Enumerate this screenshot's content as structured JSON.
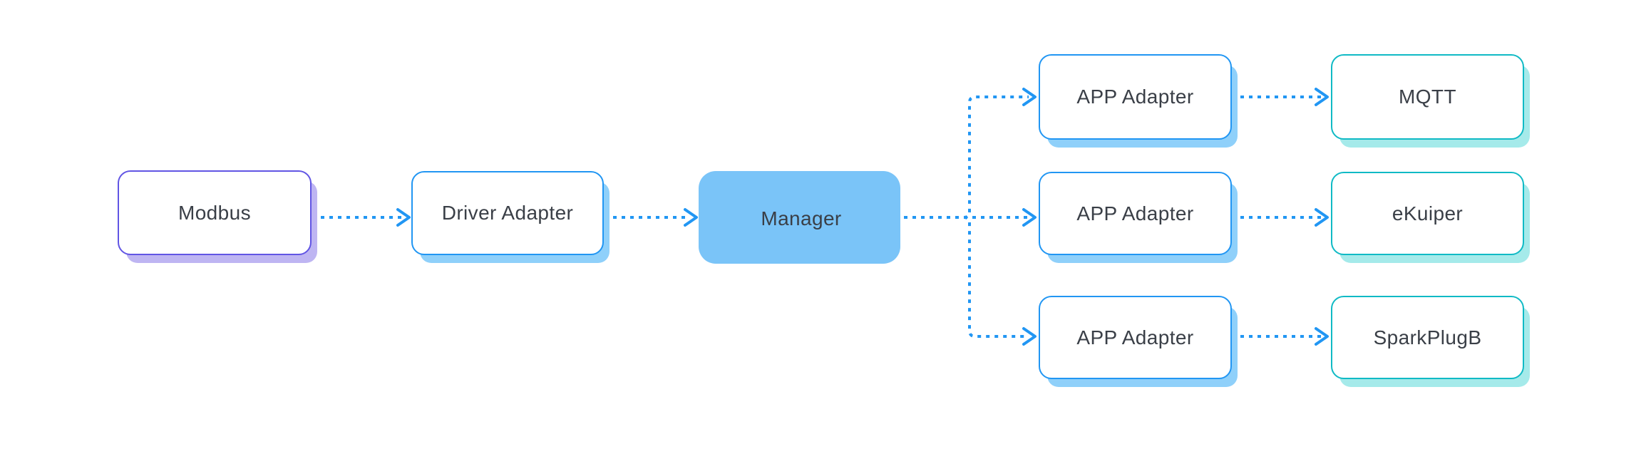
{
  "diagram": {
    "nodes": [
      {
        "id": "modbus",
        "label": "Modbus",
        "variant": "purple-outline"
      },
      {
        "id": "driver-adapter",
        "label": "Driver Adapter",
        "variant": "blue-outline"
      },
      {
        "id": "manager",
        "label": "Manager",
        "variant": "blue-filled"
      },
      {
        "id": "app-adapter-top",
        "label": "APP Adapter",
        "variant": "blue-outline"
      },
      {
        "id": "mqtt",
        "label": "MQTT",
        "variant": "teal-outline"
      },
      {
        "id": "app-adapter-middle",
        "label": "APP Adapter",
        "variant": "blue-outline"
      },
      {
        "id": "ekuiper",
        "label": "eKuiper",
        "variant": "teal-outline"
      },
      {
        "id": "app-adapter-bottom",
        "label": "APP Adapter",
        "variant": "blue-outline"
      },
      {
        "id": "sparkplugb",
        "label": "SparkPlugB",
        "variant": "teal-outline"
      }
    ],
    "edges": [
      {
        "from": "modbus",
        "to": "driver-adapter",
        "style": "dotted-arrow"
      },
      {
        "from": "driver-adapter",
        "to": "manager",
        "style": "dotted-arrow"
      },
      {
        "from": "manager",
        "to": "app-adapter-top",
        "style": "dotted-arrow"
      },
      {
        "from": "manager",
        "to": "app-adapter-middle",
        "style": "dotted-arrow"
      },
      {
        "from": "manager",
        "to": "app-adapter-bottom",
        "style": "dotted-arrow"
      },
      {
        "from": "app-adapter-top",
        "to": "mqtt",
        "style": "dotted-arrow"
      },
      {
        "from": "app-adapter-middle",
        "to": "ekuiper",
        "style": "dotted-arrow"
      },
      {
        "from": "app-adapter-bottom",
        "to": "sparkplugb",
        "style": "dotted-arrow"
      }
    ],
    "colors": {
      "background": "#ffffff",
      "text": "#3a3f47",
      "arrow": "#2196f3",
      "purple_border": "#6155e4",
      "purple_shadow": "#beb5f2",
      "blue_border": "#2196f3",
      "blue_shadow": "#8fd0fa",
      "teal_border": "#10bac5",
      "teal_shadow": "#a5eaea",
      "manager_fill": "#2b9cf3",
      "manager_halo": "#7ac4f8"
    }
  }
}
